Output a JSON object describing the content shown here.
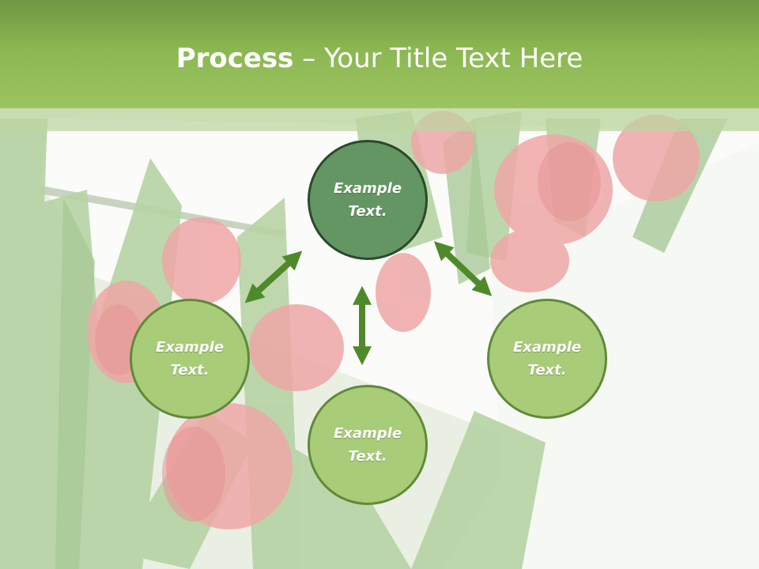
{
  "slide": {
    "title_bold": "Process",
    "title_rest": " – Your Title Text Here"
  },
  "diagram": {
    "nodes": [
      {
        "id": "top",
        "text": "Example\nText."
      },
      {
        "id": "left",
        "text": "Example\nText."
      },
      {
        "id": "bottom",
        "text": "Example\nText."
      },
      {
        "id": "right",
        "text": "Example\nText."
      }
    ]
  },
  "colors": {
    "header": "#8bb752",
    "center_node": "#639663",
    "outer_node": "#a8cc78",
    "arrow": "#4e8a2a"
  }
}
